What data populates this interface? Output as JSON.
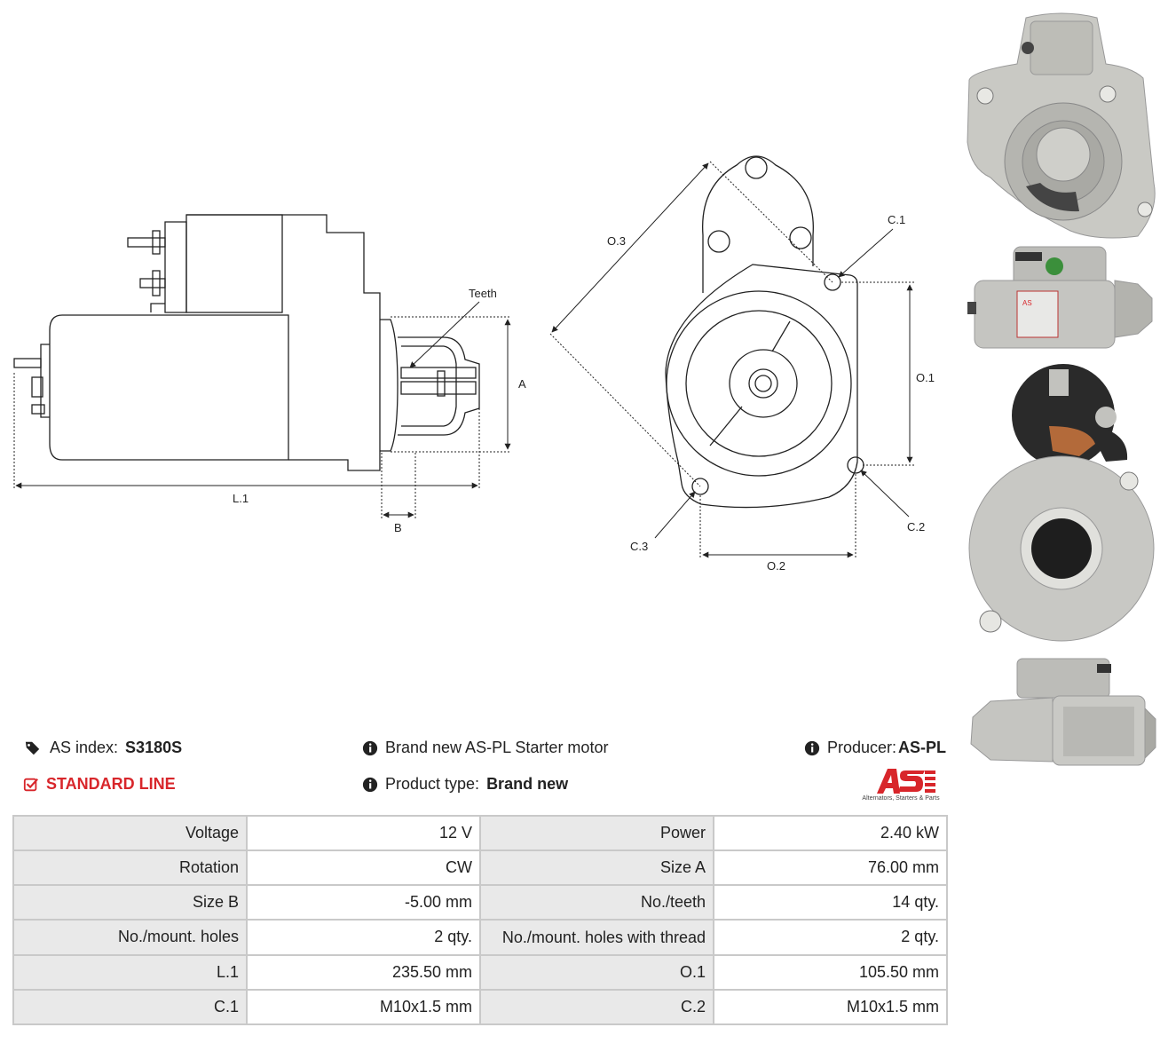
{
  "drawing": {
    "labels": {
      "teeth": "Teeth",
      "a": "A",
      "l1": "L.1",
      "b": "B",
      "o3": "O.3",
      "c1": "C.1",
      "o1": "O.1",
      "c2": "C.2",
      "c3": "C.3",
      "o2": "O.2"
    }
  },
  "info": {
    "as_index_label": "AS index:",
    "as_index_value": "S3180S",
    "line": "STANDARD LINE",
    "brand_text": "Brand new AS-PL Starter motor",
    "product_type_label": "Product type:",
    "product_type_value": "Brand new",
    "producer_label": "Producer:",
    "producer_value": "AS-PL"
  },
  "logo": {
    "mark": "AS",
    "tagline": "Alternators, Starters & Parts"
  },
  "colors": {
    "accent": "#d8262b",
    "label_bg": "#e9e9e9",
    "border": "#c9c9c9"
  },
  "specs": {
    "rows": [
      [
        {
          "label": "Voltage",
          "value": "12 V"
        },
        {
          "label": "Power",
          "value": "2.40 kW"
        }
      ],
      [
        {
          "label": "Rotation",
          "value": "CW"
        },
        {
          "label": "Size A",
          "value": "76.00 mm"
        }
      ],
      [
        {
          "label": "Size B",
          "value": "-5.00 mm"
        },
        {
          "label": "No./teeth",
          "value": "14 qty."
        }
      ],
      [
        {
          "label": "No./mount. holes",
          "value": "2 qty."
        },
        {
          "label": "No./mount. holes with thread",
          "value": "2 qty."
        }
      ],
      [
        {
          "label": "L.1",
          "value": "235.50 mm"
        },
        {
          "label": "O.1",
          "value": "105.50 mm"
        }
      ],
      [
        {
          "label": "C.1",
          "value": "M10x1.5 mm"
        },
        {
          "label": "C.2",
          "value": "M10x1.5 mm"
        }
      ]
    ]
  }
}
